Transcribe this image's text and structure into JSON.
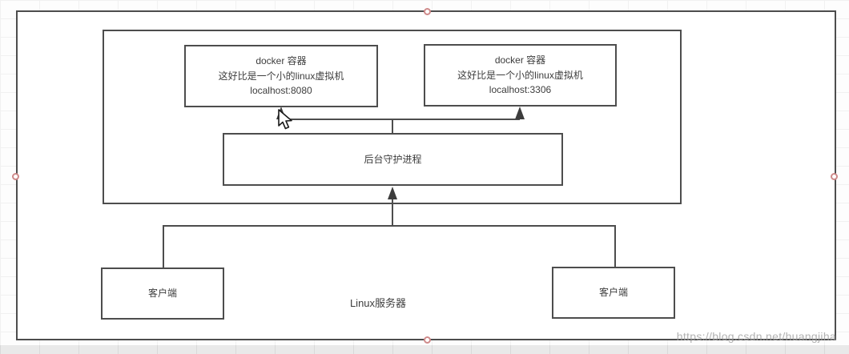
{
  "diagram": {
    "docker_box_left": {
      "title": "docker 容器",
      "desc": "这好比是一个小的linux虚拟机",
      "address": "localhost:8080"
    },
    "docker_box_right": {
      "title": "docker 容器",
      "desc": "这好比是一个小的linux虚拟机",
      "address": "localhost:3306"
    },
    "daemon_box": {
      "label": "后台守护进程"
    },
    "client_box_left": {
      "label": "客户端"
    },
    "client_box_right": {
      "label": "客户端"
    },
    "server_label": "Linux服务器"
  },
  "watermark": {
    "text": "https://blog.csdn.net/huangjiha"
  },
  "colors": {
    "shape_border": "#4d4d4d",
    "text": "#3d3d3d",
    "selection_handle_ring": "#cf8a8a",
    "watermark_text": "#9f9f9f",
    "grid_line": "#f1f1f1",
    "bottom_strip": "#e9e9e9"
  }
}
